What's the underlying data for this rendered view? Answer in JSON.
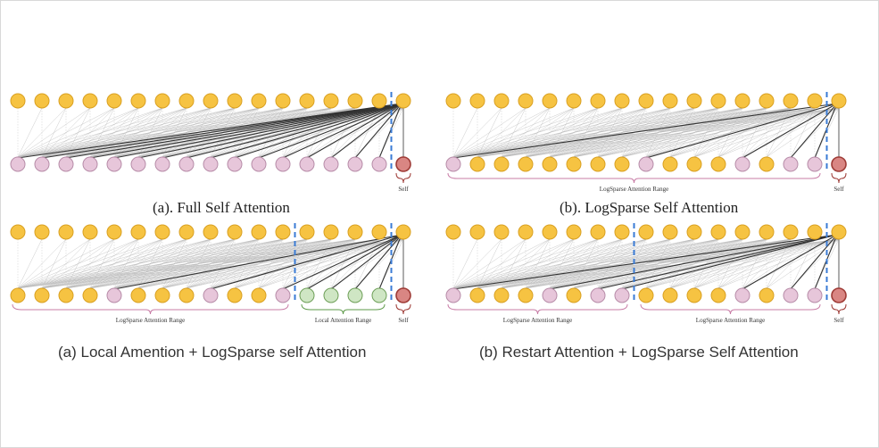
{
  "colors": {
    "query_node": "#F6C342",
    "query_border": "#D9A021",
    "key_pink": "#E7C6DA",
    "key_pink_border": "#B78CA8",
    "key_yellow": "#F6C342",
    "key_green": "#CFE6C4",
    "key_green_border": "#6E9F58",
    "self_node": "#D98683",
    "self_border": "#9E3B36",
    "boundary_dashed": "#3A7BD5",
    "dense_edge": "#B5B5B5",
    "strong_edge": "#333333",
    "range_brace_pink": "#C87CA6",
    "range_brace_green": "#5E9A4A"
  },
  "panels": [
    {
      "id": "p1",
      "caption": "(a). Full Self Attention",
      "caption_style": "serif",
      "self_label": "Self",
      "top_count": 17,
      "bottom_types": [
        "p",
        "p",
        "p",
        "p",
        "p",
        "p",
        "p",
        "p",
        "p",
        "p",
        "p",
        "p",
        "p",
        "p",
        "p",
        "p",
        "self"
      ],
      "strong_edges": [
        0,
        1,
        2,
        3,
        4,
        5,
        6,
        7,
        8,
        9,
        10,
        11,
        12,
        13,
        14,
        15
      ],
      "range_labels": [],
      "braces": [],
      "dashed_after": [
        15
      ]
    },
    {
      "id": "p2",
      "caption": "(b). LogSparse Self Attention",
      "caption_style": "serif",
      "self_label": "Self",
      "top_count": 17,
      "bottom_types": [
        "p",
        "y",
        "y",
        "y",
        "y",
        "y",
        "y",
        "y",
        "p",
        "y",
        "y",
        "y",
        "p",
        "y",
        "p",
        "p",
        "self"
      ],
      "strong_edges": [
        0,
        8,
        12,
        14,
        15
      ],
      "range_labels": [
        "LogSparse Attention Range"
      ],
      "braces": [
        {
          "from": 0,
          "to": 15,
          "color": "pink",
          "label_index": 0
        }
      ],
      "dashed_after": [
        15
      ]
    },
    {
      "id": "p3",
      "caption": "(a) Local Amention + LogSparse self Attention",
      "caption_style": "sans",
      "self_label": "Self",
      "top_count": 17,
      "bottom_types": [
        "y",
        "y",
        "y",
        "y",
        "p",
        "y",
        "y",
        "y",
        "p",
        "y",
        "y",
        "p",
        "g",
        "g",
        "g",
        "g",
        "self"
      ],
      "strong_edges": [
        4,
        8,
        11,
        12,
        13,
        14,
        15
      ],
      "range_labels": [
        "LogSparse Attention Range",
        "Local Attention Range"
      ],
      "braces": [
        {
          "from": 0,
          "to": 11,
          "color": "pink",
          "label_index": 0
        },
        {
          "from": 12,
          "to": 15,
          "color": "green",
          "label_index": 1
        }
      ],
      "dashed_after": [
        11,
        15
      ]
    },
    {
      "id": "p4",
      "caption": "(b) Restart Attention + LogSparse Self Attention",
      "caption_style": "sans",
      "self_label": "Self",
      "top_count": 17,
      "bottom_types": [
        "p",
        "y",
        "y",
        "y",
        "p",
        "y",
        "p",
        "p",
        "y",
        "y",
        "y",
        "y",
        "p",
        "y",
        "p",
        "p",
        "self"
      ],
      "strong_edges": [
        0,
        4,
        6,
        7,
        12,
        14,
        15
      ],
      "range_labels": [
        "LogSparse Attention Range",
        "LogSparse Attention Range"
      ],
      "braces": [
        {
          "from": 0,
          "to": 7,
          "color": "pink",
          "label_index": 0
        },
        {
          "from": 8,
          "to": 15,
          "color": "pink",
          "label_index": 1
        }
      ],
      "dashed_after": [
        7,
        15
      ]
    }
  ]
}
